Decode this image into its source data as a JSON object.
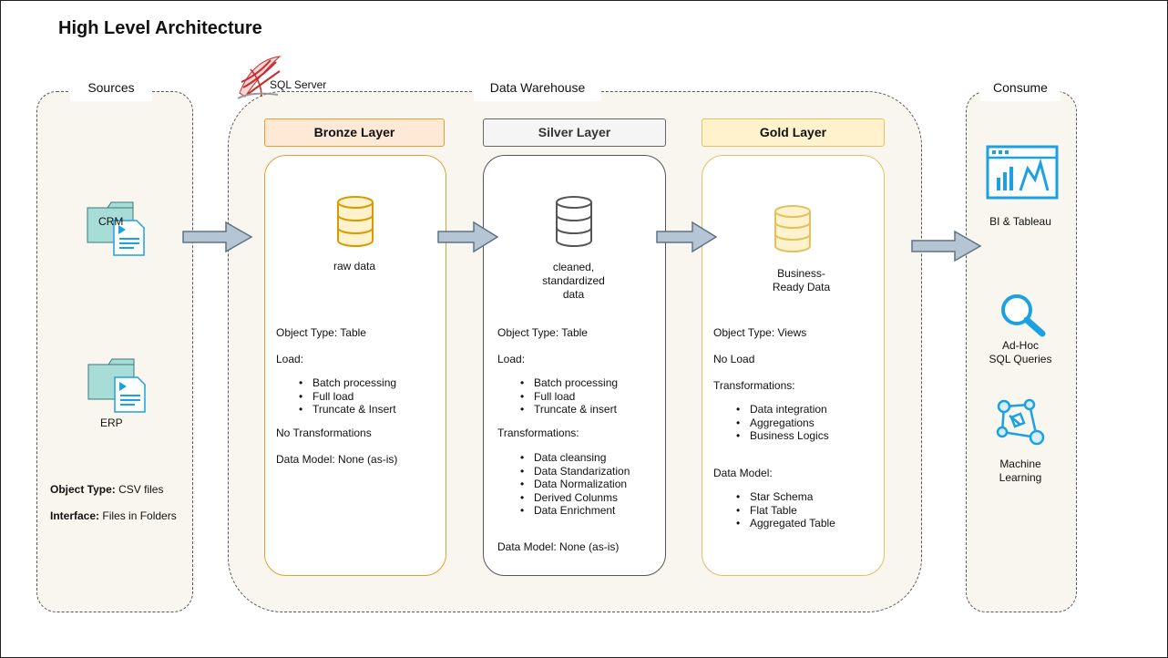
{
  "title": "High Level Architecture",
  "sources": {
    "label": "Sources",
    "crm": "CRM",
    "erp": "ERP",
    "object_type_key": "Object Type:",
    "object_type_val": " CSV files",
    "interface_key": "Interface:",
    "interface_val": " Files in Folders"
  },
  "warehouse": {
    "label": "Data Warehouse",
    "sql_server": "SQL Server"
  },
  "bronze": {
    "header": "Bronze Layer",
    "caption": "raw data",
    "object_type": "Object Type: Table",
    "load_label": "Load:",
    "load_items": [
      "Batch processing",
      "Full load",
      "Truncate & Insert"
    ],
    "transformations": "No Transformations",
    "data_model": "Data Model: None (as-is)"
  },
  "silver": {
    "header": "Silver Layer",
    "caption": [
      "cleaned,",
      "standardized",
      "data"
    ],
    "object_type": "Object Type: Table",
    "load_label": "Load:",
    "load_items": [
      "Batch processing",
      "Full load",
      "Truncate & insert"
    ],
    "transformations_label": "Transformations:",
    "transform_items": [
      "Data cleansing",
      "Data Standarization",
      "Data Normalization",
      "Derived Colunms",
      "Data Enrichment"
    ],
    "data_model": "Data Model: None (as-is)"
  },
  "gold": {
    "header": "Gold Layer",
    "caption": [
      "Business-",
      "Ready Data"
    ],
    "object_type": "Object Type: Views",
    "load": "No Load",
    "transformations_label": "Transformations:",
    "transform_items": [
      "Data integration",
      "Aggregations",
      "Business Logics"
    ],
    "data_model_label": "Data Model:",
    "model_items": [
      "Star Schema",
      "Flat Table",
      "Aggregated Table"
    ]
  },
  "consume": {
    "label": "Consume",
    "bi": "BI & Tableau",
    "adhoc": [
      "Ad-Hoc",
      "SQL Queries"
    ],
    "ml": [
      "Machine",
      "Learning"
    ]
  },
  "colors": {
    "bronze_head_bg": "#fde9d5",
    "bronze_border": "#e0a030",
    "silver_head_bg": "#f5f5f5",
    "silver_border": "#555555",
    "gold_head_bg": "#fff2cc",
    "gold_border": "#e3c060",
    "group_bg": "#f8f6ef",
    "arrow_fill": "#b6c5d3",
    "arrow_stroke": "#5d7385",
    "icon_blue": "#1ba1e2"
  }
}
